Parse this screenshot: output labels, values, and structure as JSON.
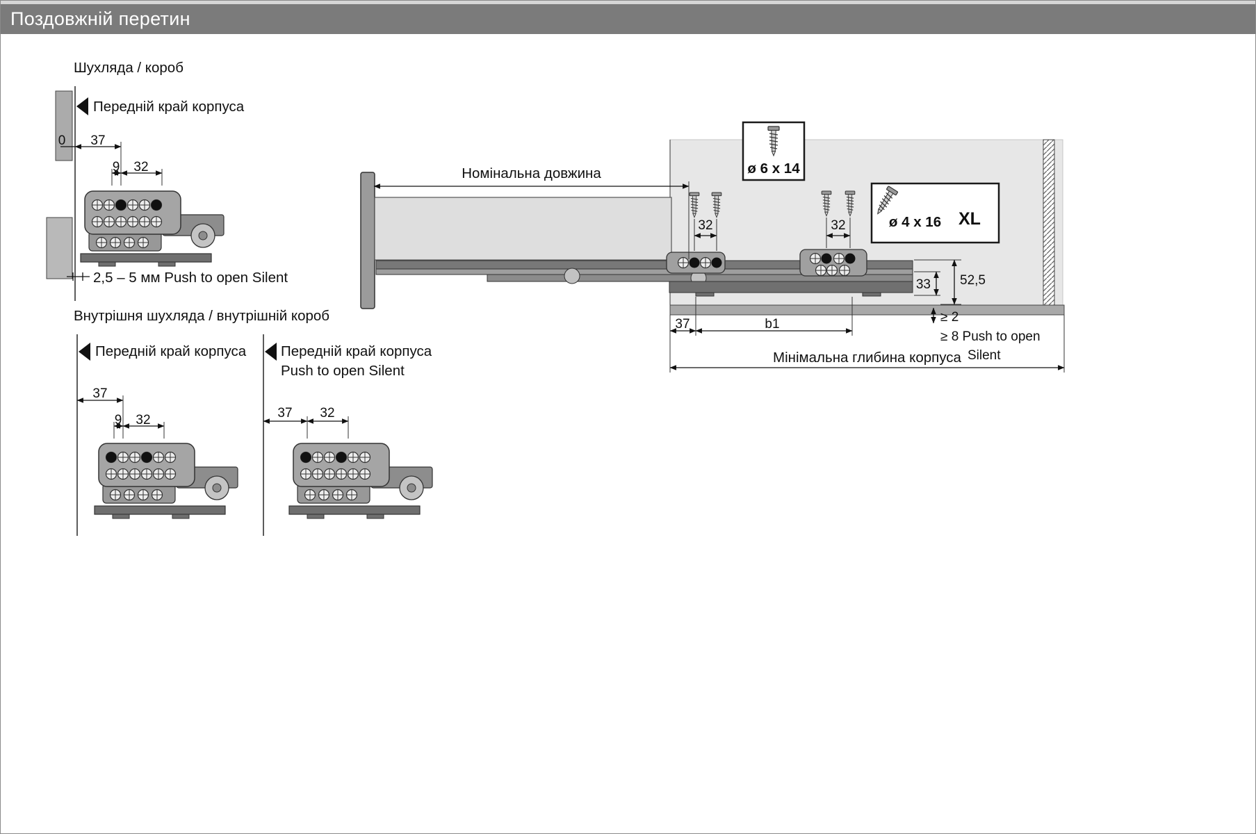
{
  "header": {
    "title": "Поздовжній перетин"
  },
  "drawer_box": {
    "title": "Шухляда / короб",
    "front_edge_label": "Передній край корпуса",
    "dims": {
      "zero": "0",
      "front_offset": "37",
      "hole_offset": "9",
      "hole_pitch": "32"
    },
    "gap_note": "2,5 – 5 мм Push to open Silent"
  },
  "inner_drawer": {
    "title": "Внутрішня шухляда / внутрішній короб",
    "standard": {
      "front_edge_label": "Передній край корпуса",
      "dims": {
        "front_offset": "37",
        "hole_offset": "9",
        "hole_pitch": "32"
      }
    },
    "push_to_open": {
      "front_edge_label": "Передній край корпуса",
      "variant_label": "Push to open Silent",
      "dims": {
        "front_offset": "37",
        "hole_pitch": "32"
      }
    }
  },
  "side_section": {
    "nominal_length_label": "Номінальна довжина",
    "screw_front": {
      "label": "ø 6 x 14"
    },
    "screw_rear": {
      "label": "ø 4 x 16",
      "size_tag": "XL"
    },
    "dims": {
      "screw_pitch_front": "32",
      "screw_pitch_rear": "32",
      "rail_height": "33",
      "bottom_clearance": "52,5",
      "front_offset": "37",
      "hole_span": "b1",
      "rear_gap": "≥ 2",
      "rear_gap_push": "≥ 8 Push to open",
      "rear_gap_push2": "Silent"
    },
    "min_depth_label": "Мінімальна глибина корпуса"
  }
}
